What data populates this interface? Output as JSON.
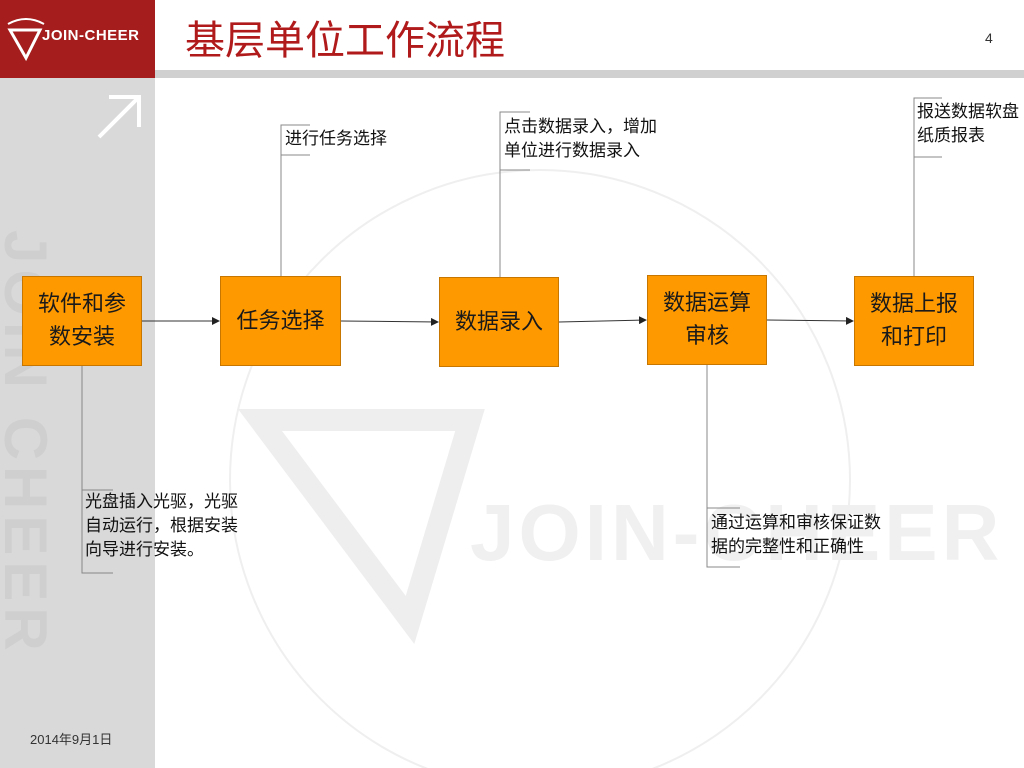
{
  "header": {
    "logo_text": "JOIN-CHEER",
    "title": "基层单位工作流程",
    "page_number": "4"
  },
  "footer": {
    "date": "2014年9月1日"
  },
  "colors": {
    "brand_red": "#a51d1d",
    "title_red": "#b11a1a",
    "box_orange": "#ff9900",
    "sidebar_gray": "#d9d9d9"
  },
  "flow": {
    "steps": [
      {
        "label": "软件和参\n数安装"
      },
      {
        "label": "任务选择"
      },
      {
        "label": "数据录入"
      },
      {
        "label": "数据运算\n审核"
      },
      {
        "label": "数据上报\n和打印"
      }
    ],
    "notes": [
      {
        "text": "光盘插入光驱，光驱\n自动运行，根据安装\n向导进行安装。"
      },
      {
        "text": "进行任务选择"
      },
      {
        "text": "点击数据录入，增加\n单位进行数据录入"
      },
      {
        "text": "通过运算和审核保证数\n据的完整性和正确性"
      },
      {
        "text": "报送数据软盘\n纸质报表"
      }
    ]
  },
  "icons": {
    "corner_arrow": "north-east-arrow-icon",
    "logo_mark": "join-cheer-logo-icon"
  }
}
